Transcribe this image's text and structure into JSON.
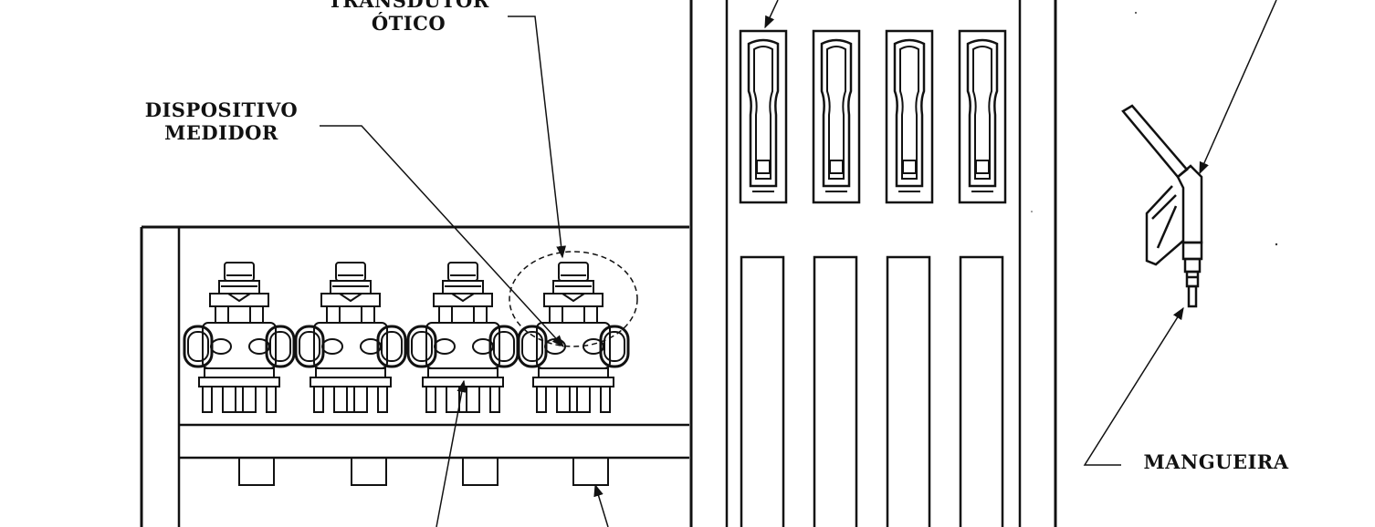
{
  "labels": {
    "transdutor_line1": "TRANSDUTOR",
    "transdutor_line2": "ÓTICO",
    "dispositivo_line1": "DISPOSITIVO",
    "dispositivo_line2": "MEDIDOR",
    "mangueira": "MANGUEIRA"
  },
  "drawing": {
    "stroke_color": "#111111",
    "background": "#ffffff",
    "meter_count": 4,
    "nozzle_holder_count": 4,
    "lower_slot_count": 4
  }
}
